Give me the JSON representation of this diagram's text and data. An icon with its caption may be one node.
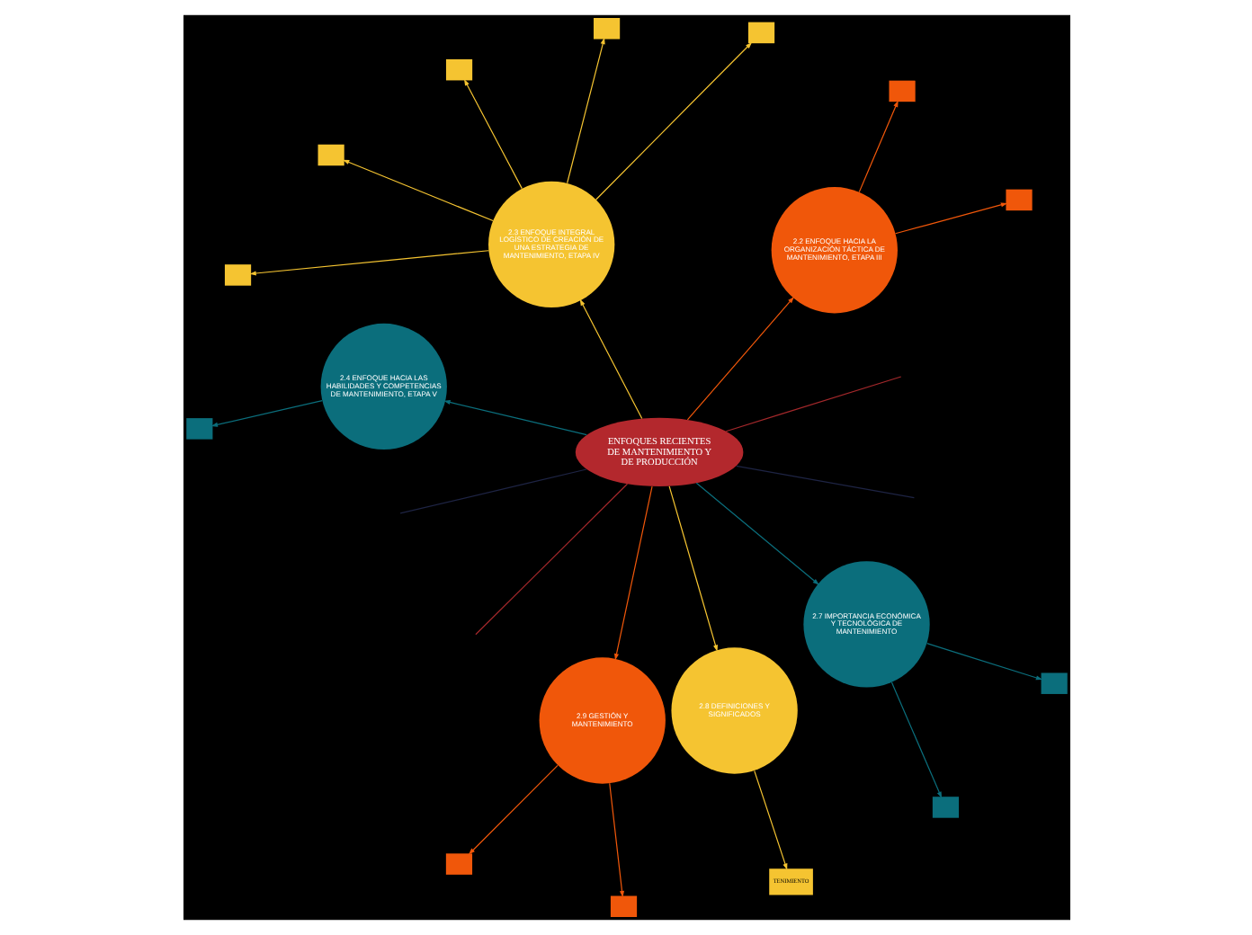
{
  "diagram": {
    "nodes": [
      {
        "text": [
          "ENFOQUES RECIENTES DE MANTENIMIENTO Y DE PRODUCCIÓN"
        ]
      },
      {
        "text": [
          "2.7 IMPORTANCIA ECONÓMICA Y TECNOLÓGICA DE MANTENIMIENTO"
        ]
      },
      {
        "text": [
          "2.8 DEFINICIONES Y SIGNIFICADOS"
        ]
      },
      {
        "text": [
          "2.9 GESTIÓN Y MANTENIMIENTO"
        ]
      },
      {
        "text": [
          "2.2 ENFOQUE HACIA LA ORGANIZACIÓN TÁCTICA DE MANTENIMIENTO, ETAPA III"
        ]
      },
      {
        "text": [
          "2.3 ENFOQUE INTEGRAL LOGÍSTICO DE CREACIÓN DE UNA ESTRATEGIA DE MANTENIMIENTO, ETAPA IV"
        ]
      },
      {
        "text": [
          "2.4 ENFOQUE HACIA LAS HABILIDADES Y COMPETENCIAS DE MANTENIMIENTO, ETAPA V"
        ]
      },
      {
        "text": [],
        "shape": "box"
      },
      {
        "text": [],
        "shape": "box"
      },
      {
        "text": [
          "TENIMIENTO"
        ]
      },
      {
        "text": [],
        "shape": "box"
      },
      {
        "text": [],
        "shape": "box"
      },
      {
        "text": [],
        "shape": "box"
      },
      {
        "text": [],
        "shape": "box"
      },
      {
        "text": [],
        "shape": "box"
      },
      {
        "text": [],
        "shape": "box"
      },
      {
        "text": [],
        "shape": "box"
      },
      {
        "text": [],
        "shape": "box"
      },
      {
        "text": [],
        "shape": "box"
      },
      {
        "text": [],
        "shape": "box"
      }
    ],
    "edges": [
      {
        "from": 0,
        "to": null,
        "arrow": "none",
        "color": "#a3282b"
      },
      {
        "from": 0,
        "to": 4,
        "arrow": "to",
        "color": "#f0570a"
      },
      {
        "from": 0,
        "to": 5,
        "arrow": "to",
        "color": "#f5c431"
      },
      {
        "from": 0,
        "to": 6,
        "arrow": "to",
        "color": "#0b6e7c"
      },
      {
        "from": 0,
        "to": null,
        "arrow": "none",
        "color": "#1e2444"
      },
      {
        "from": 0,
        "to": null,
        "arrow": "none",
        "color": "#a3282b"
      },
      {
        "from": 0,
        "to": 3,
        "arrow": "to",
        "color": "#f0570a"
      },
      {
        "from": 0,
        "to": 2,
        "arrow": "to",
        "color": "#f5c431"
      },
      {
        "from": 0,
        "to": 1,
        "arrow": "to",
        "color": "#0b6e7c"
      },
      {
        "from": 0,
        "to": null,
        "arrow": "none",
        "color": "#1e2444"
      },
      {
        "from": 1,
        "to": 7,
        "arrow": "to",
        "color": "#0b6e7c"
      },
      {
        "from": 1,
        "to": 8,
        "arrow": "to",
        "color": "#0b6e7c"
      },
      {
        "from": 2,
        "to": 9,
        "arrow": "to",
        "color": "#f5c431"
      },
      {
        "from": 3,
        "to": 10,
        "arrow": "to",
        "color": "#f0570a"
      },
      {
        "from": 3,
        "to": 11,
        "arrow": "to",
        "color": "#f0570a"
      },
      {
        "from": 4,
        "to": 12,
        "arrow": "to",
        "color": "#f0570a"
      },
      {
        "from": 4,
        "to": 13,
        "arrow": "to",
        "color": "#f0570a"
      },
      {
        "from": 5,
        "to": 14,
        "arrow": "to",
        "color": "#f5c431"
      },
      {
        "from": 5,
        "to": 15,
        "arrow": "to",
        "color": "#f5c431"
      },
      {
        "from": 5,
        "to": 16,
        "arrow": "to",
        "color": "#f5c431"
      },
      {
        "from": 5,
        "to": 17,
        "arrow": "to",
        "color": "#f5c431"
      },
      {
        "from": 5,
        "to": 18,
        "arrow": "to",
        "color": "#f5c431"
      },
      {
        "from": 6,
        "to": 19,
        "arrow": "to",
        "color": "#0b6e7c"
      }
    ]
  }
}
